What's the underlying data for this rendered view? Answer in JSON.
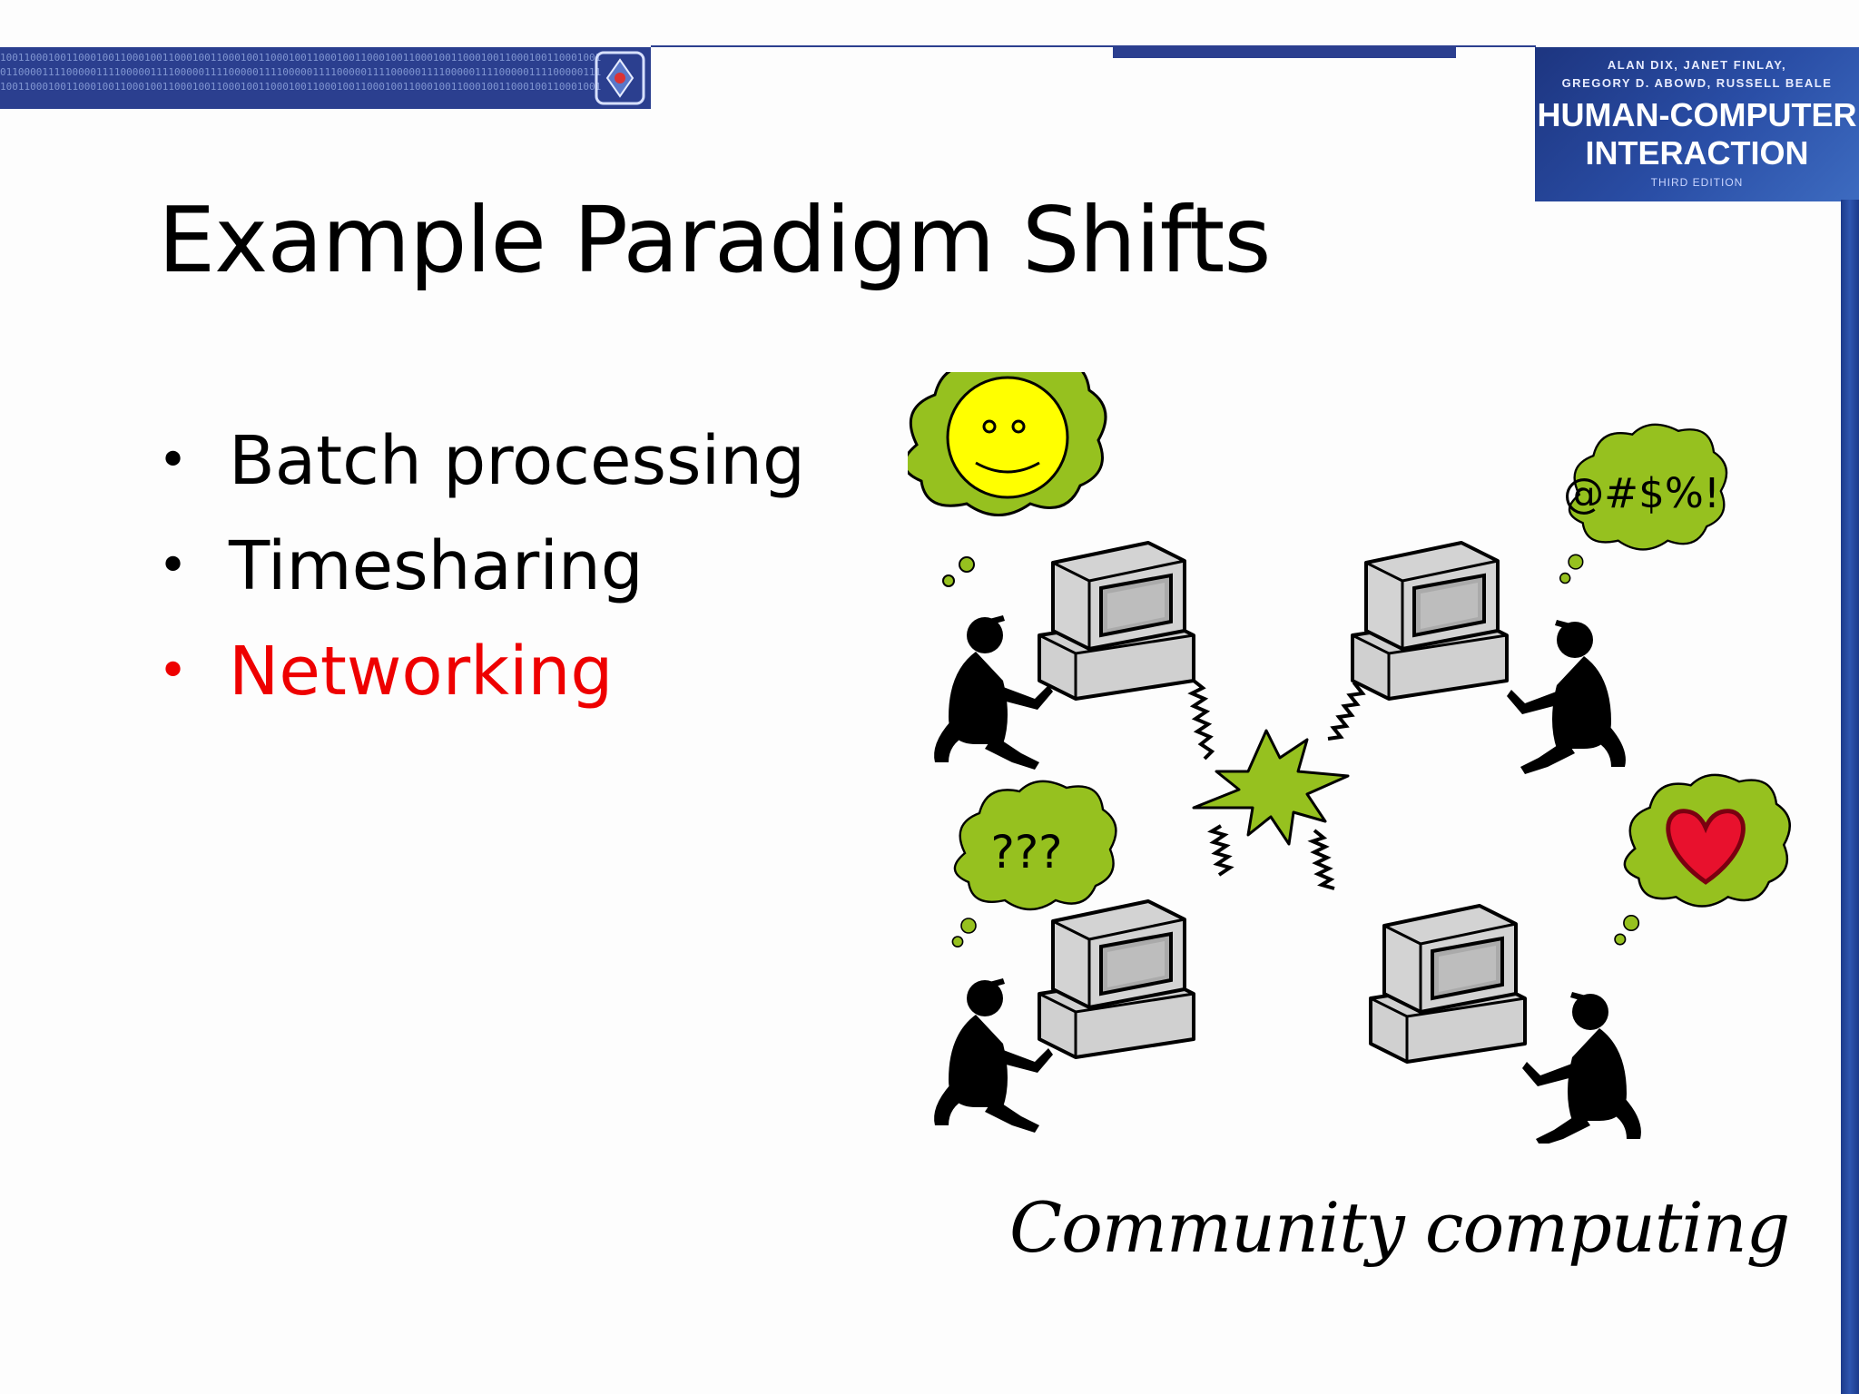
{
  "header": {
    "banner_binary_line1": "1001100010011000100110001001100010011000100110001001100010011000100110001001100010011000100110001001",
    "banner_binary_line2": "0110000111100000111100000111100000111100000111100000111100000111100000111100000111100000111100000111",
    "banner_binary_line3": "1001100010011000100110001001100010011000100110001001100010011000100110001001100010011000100110001001"
  },
  "book_cover": {
    "authors_line1": "ALAN DIX, JANET FINLAY,",
    "authors_line2": "GREGORY D. ABOWD, RUSSELL BEALE",
    "title_line1": "HUMAN-COMPUTER",
    "title_line2": "INTERACTION",
    "edition": "THIRD EDITION"
  },
  "slide": {
    "title": "Example Paradigm Shifts",
    "bullets": [
      {
        "text": "Batch processing",
        "color": "#000000"
      },
      {
        "text": "Timesharing",
        "color": "#000000"
      },
      {
        "text": "Networking",
        "color": "#ee0000"
      }
    ],
    "bullet_glyph": "•",
    "caption": "Community computing"
  },
  "illustration": {
    "thought_bubbles": [
      {
        "content": "smiley-face",
        "text": ""
      },
      {
        "content": "text",
        "text": "@#$%!"
      },
      {
        "content": "text",
        "text": "???"
      },
      {
        "content": "heart",
        "text": ""
      }
    ],
    "colors": {
      "bubble": "#96c11f",
      "smiley": "#ffff00",
      "heart": "#e8112d",
      "computer": "#cfcfcf",
      "person": "#000000"
    }
  }
}
